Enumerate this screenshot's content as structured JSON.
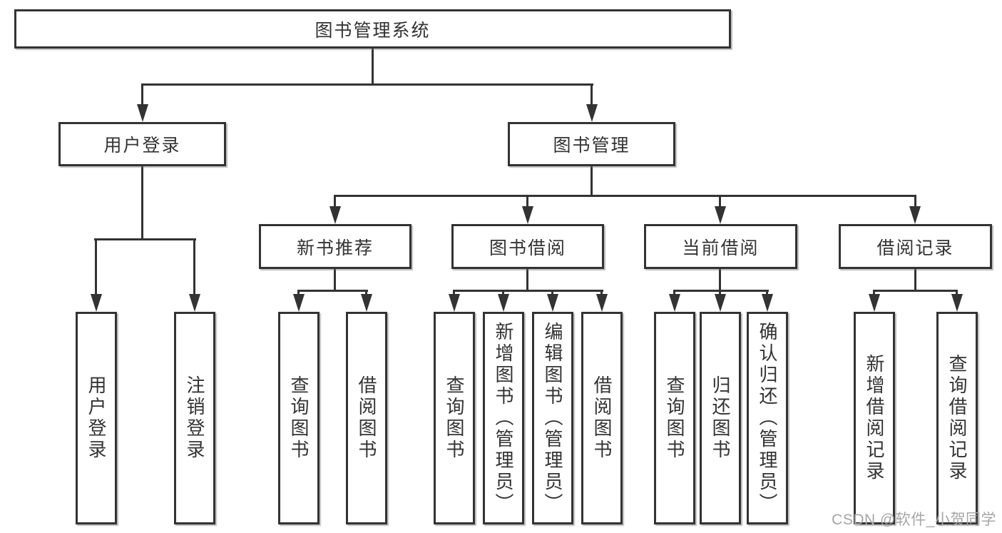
{
  "tree": {
    "label": "图书管理系统",
    "children": [
      {
        "label": "用户登录",
        "children": [
          {
            "label": "用户登录"
          },
          {
            "label": "注销登录"
          }
        ]
      },
      {
        "label": "图书管理",
        "children": [
          {
            "label": "新书推荐",
            "children": [
              {
                "label": "查询图书"
              },
              {
                "label": "借阅图书"
              }
            ]
          },
          {
            "label": "图书借阅",
            "children": [
              {
                "label": "查询图书"
              },
              {
                "label": "新增图书（管理员）"
              },
              {
                "label": "编辑图书（管理员）"
              },
              {
                "label": "借阅图书"
              }
            ]
          },
          {
            "label": "当前借阅",
            "children": [
              {
                "label": "查询图书"
              },
              {
                "label": "归还图书"
              },
              {
                "label": "确认归还（管理员）"
              }
            ]
          },
          {
            "label": "借阅记录",
            "children": [
              {
                "label": "新增借阅记录"
              },
              {
                "label": "查询借阅记录"
              }
            ]
          }
        ]
      }
    ]
  },
  "watermark": {
    "text": "CSDN @软件_小贺同学"
  },
  "colors": {
    "line": "#333333",
    "text": "#333333",
    "node_bg": "#ffffff",
    "background": "#ffffff",
    "watermark": "#a6a6a6"
  }
}
